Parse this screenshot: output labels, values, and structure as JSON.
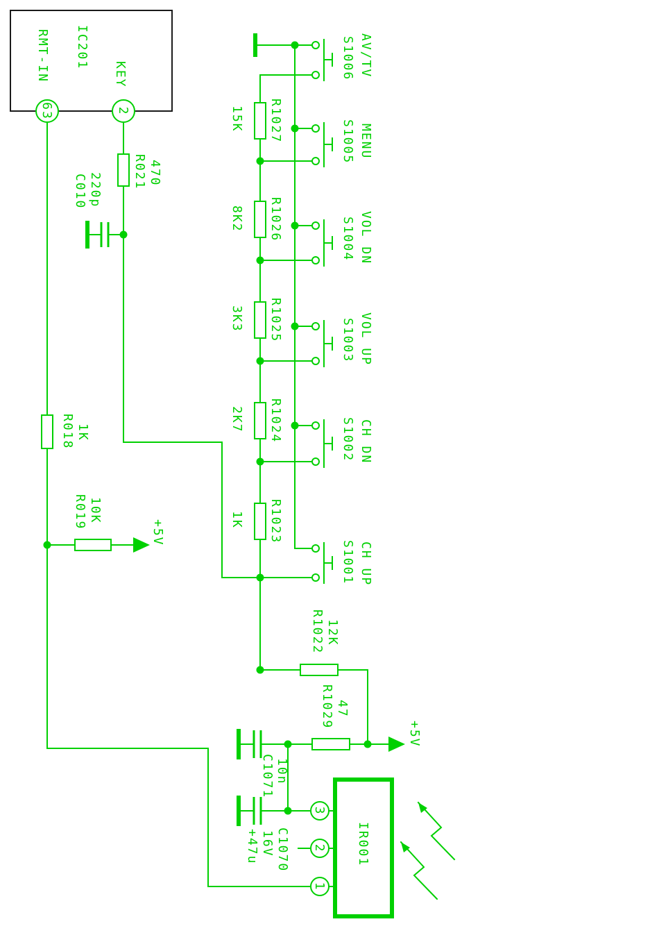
{
  "diagram": {
    "type": "tv-keypad-and-ir-receiver-schematic",
    "ic201": {
      "ref": "IC201",
      "pin_key_label": "KEY",
      "pin_key_num": "2",
      "pin_rmt_label": "RMT-IN",
      "pin_rmt_num": "63"
    },
    "resistors": {
      "r021": {
        "ref": "R021",
        "value": "470"
      },
      "r018": {
        "ref": "R018",
        "value": "1K"
      },
      "r019": {
        "ref": "R019",
        "value": "10K"
      },
      "r1022": {
        "ref": "R1022",
        "value": "12K"
      },
      "r1023": {
        "ref": "R1023",
        "value": "1K"
      },
      "r1024": {
        "ref": "R1024",
        "value": "2K7"
      },
      "r1025": {
        "ref": "R1025",
        "value": "3K3"
      },
      "r1026": {
        "ref": "R1026",
        "value": "8K2"
      },
      "r1027": {
        "ref": "R1027",
        "value": "15K"
      },
      "r1029": {
        "ref": "R1029",
        "value": "47"
      }
    },
    "capacitors": {
      "c010": {
        "ref": "C010",
        "value": "220p"
      },
      "c1071": {
        "ref": "C1071",
        "value": "10n"
      },
      "c1070": {
        "ref": "C1070",
        "value": "+47u",
        "voltage": "16V"
      }
    },
    "switches": {
      "s1006": {
        "ref": "S1006",
        "function": "AV/TV"
      },
      "s1005": {
        "ref": "S1005",
        "function": "MENU"
      },
      "s1004": {
        "ref": "S1004",
        "function": "VOL DN"
      },
      "s1003": {
        "ref": "S1003",
        "function": "VOL UP"
      },
      "s1002": {
        "ref": "S1002",
        "function": "CH DN"
      },
      "s1001": {
        "ref": "S1001",
        "function": "CH UP"
      }
    },
    "ir_receiver": {
      "ref": "IR001",
      "pin1": "1",
      "pin2": "2",
      "pin3": "3"
    },
    "power": {
      "rail": "+5V"
    },
    "colors": {
      "trace": "#00d000",
      "ic_outline": "#1a1a1a",
      "background": "#ffffff"
    }
  }
}
